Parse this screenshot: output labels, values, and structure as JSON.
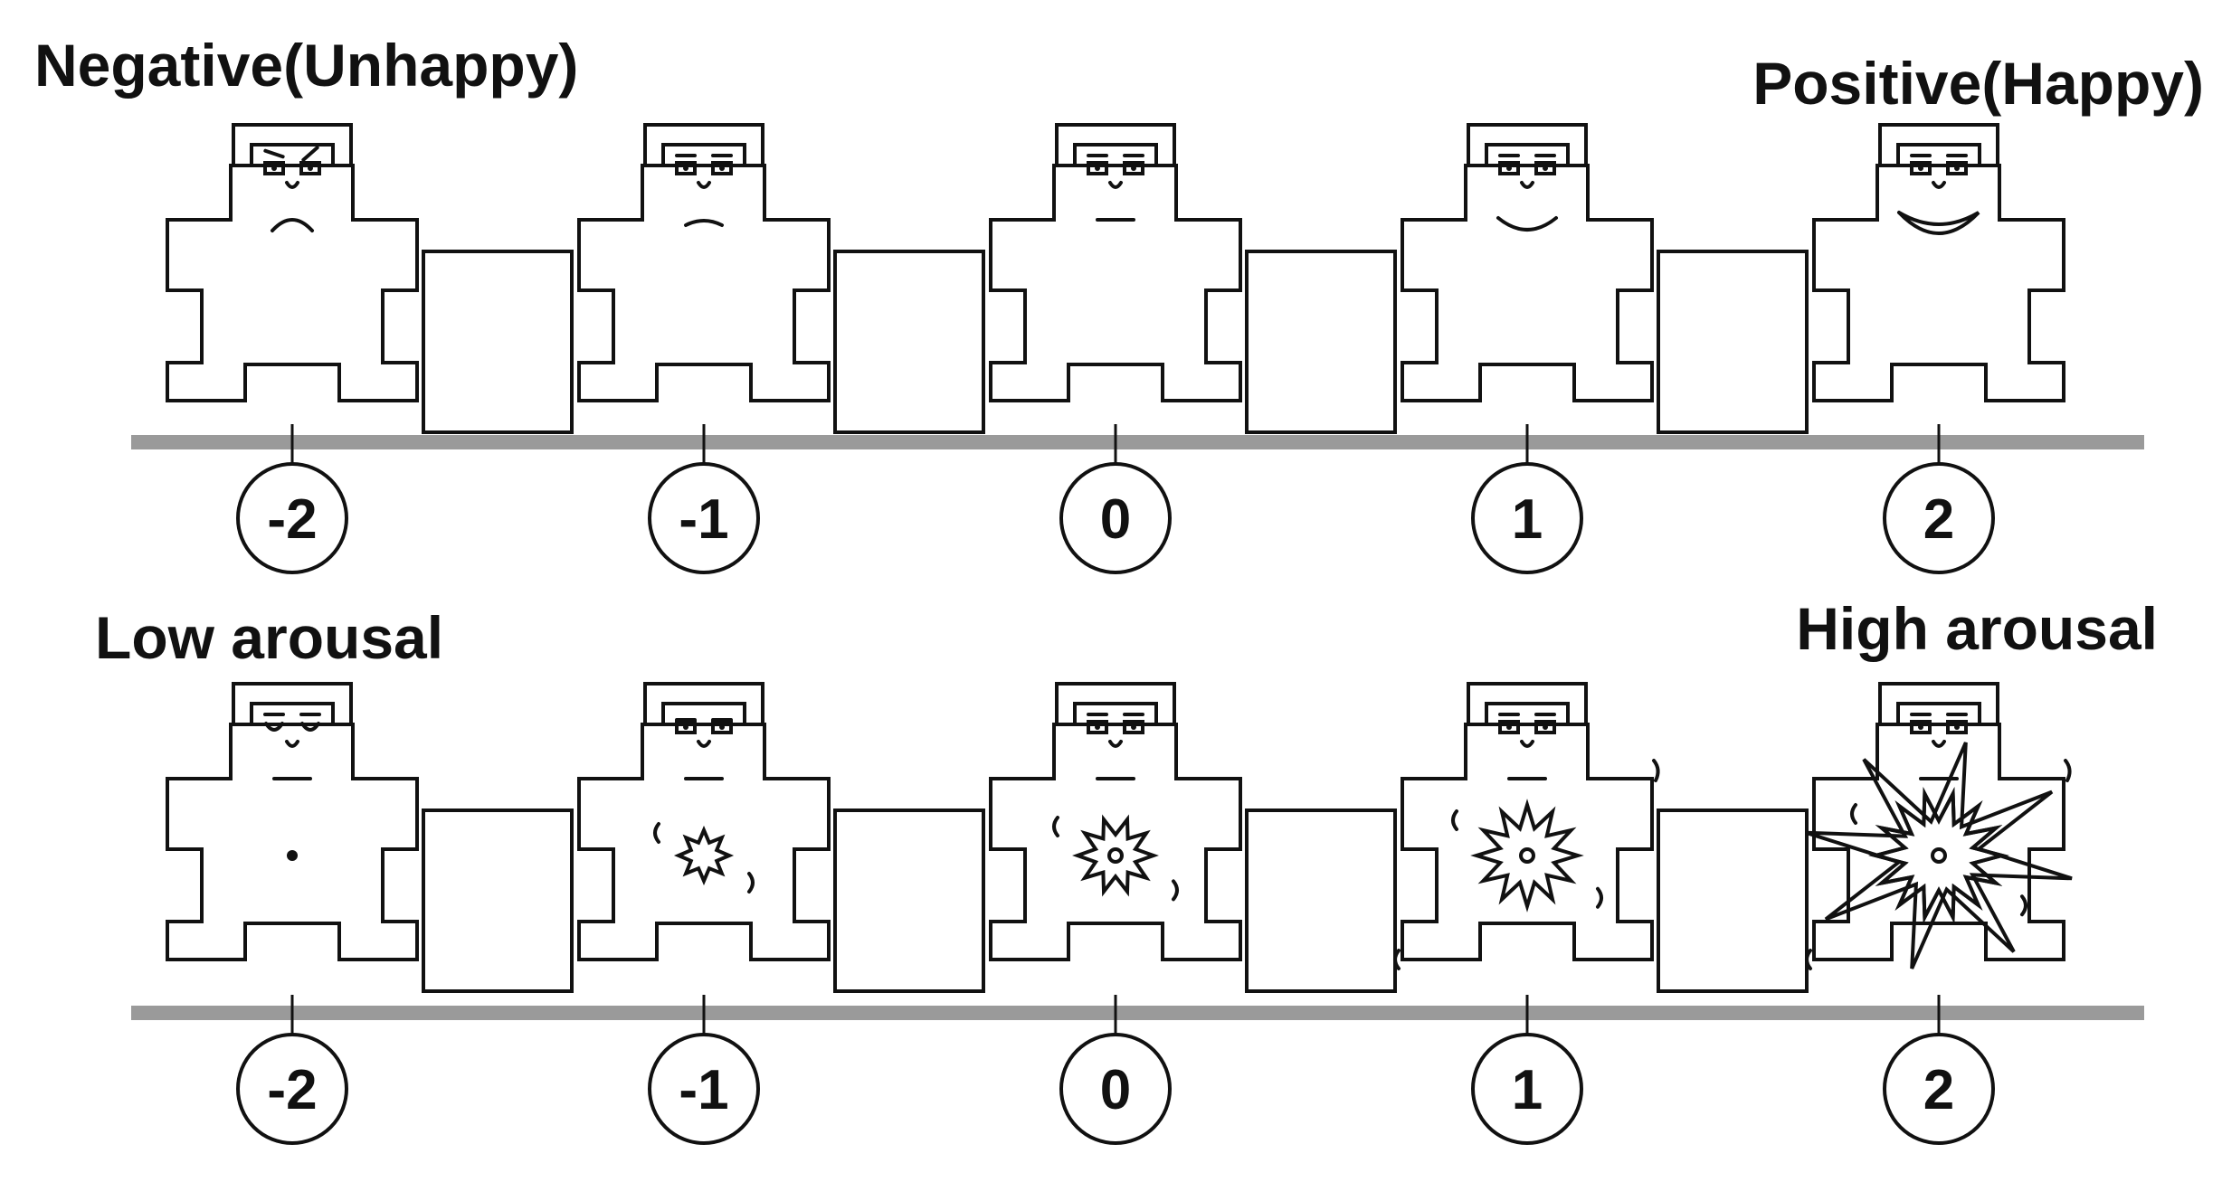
{
  "scales": [
    {
      "id": "valence",
      "left_label": "Negative(Unhappy)",
      "right_label": "Positive(Happy)",
      "points": [
        {
          "value": "-2",
          "expression": "sad"
        },
        {
          "value": "-1",
          "expression": "slightly-sad"
        },
        {
          "value": "0",
          "expression": "neutral"
        },
        {
          "value": "1",
          "expression": "smile"
        },
        {
          "value": "2",
          "expression": "big-smile"
        }
      ]
    },
    {
      "id": "arousal",
      "left_label": "Low arousal",
      "right_label": "High arousal",
      "points": [
        {
          "value": "-2",
          "expression": "eyes-closed",
          "explosion_level": 0
        },
        {
          "value": "-1",
          "expression": "sleepy",
          "explosion_level": 1
        },
        {
          "value": "0",
          "expression": "neutral",
          "explosion_level": 2
        },
        {
          "value": "1",
          "expression": "neutral",
          "explosion_level": 3
        },
        {
          "value": "2",
          "expression": "neutral",
          "explosion_level": 4
        }
      ]
    }
  ],
  "colors": {
    "ink": "#111111",
    "scale_bar": "#9a9a9a",
    "background": "#ffffff"
  }
}
